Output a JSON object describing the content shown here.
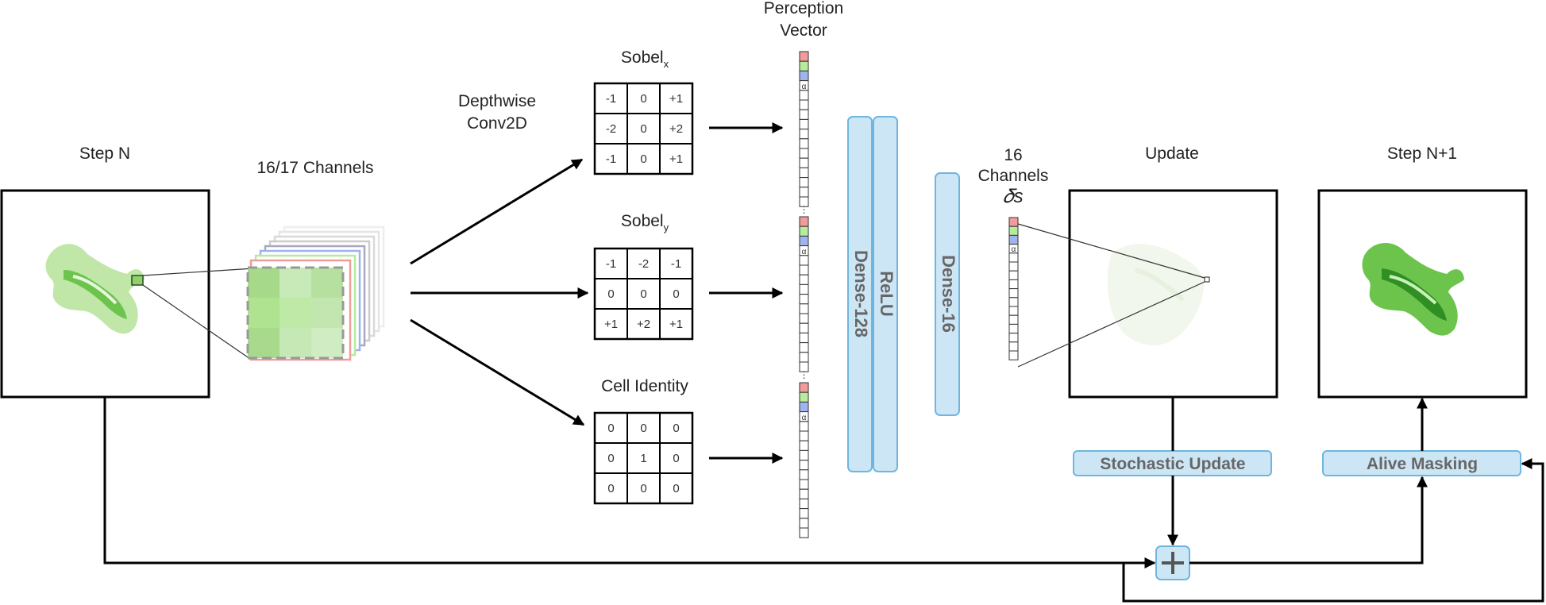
{
  "labels": {
    "step_n": "Step N",
    "channels_in": "16/17 Channels",
    "depthwise_1": "Depthwise",
    "depthwise_2": "Conv2D",
    "sobel": "Sobel",
    "sobel_x_sub": "x",
    "sobel_y_sub": "y",
    "cell_identity": "Cell Identity",
    "perception_1": "Perception",
    "perception_2": "Vector",
    "dense128": "Dense-128",
    "relu": "ReLU",
    "dense16": "Dense-16",
    "out_1": "16",
    "out_2": "Channels",
    "out_3": "𝛿s",
    "update": "Update",
    "step_n1": "Step N+1",
    "stochastic_update": "Stochastic Update",
    "alive_masking": "Alive Masking",
    "alpha": "α",
    "ellipsis": "⋮"
  },
  "kernels": {
    "sobel_x": [
      "-1",
      "0",
      "+1",
      "-2",
      "0",
      "+2",
      "-1",
      "0",
      "+1"
    ],
    "sobel_y": [
      "-1",
      "-2",
      "-1",
      "0",
      "0",
      "0",
      "+1",
      "+2",
      "+1"
    ],
    "identity": [
      "0",
      "0",
      "0",
      "0",
      "1",
      "0",
      "0",
      "0",
      "0"
    ]
  },
  "colors": {
    "box_fill": "#cde6f5",
    "box_stroke": "#6eb6df",
    "channel_red": "#f29b9b",
    "channel_green": "#b6ec9b",
    "channel_blue": "#9fb3ec",
    "lizard_dark": "#2f8f22",
    "lizard_mid": "#6cc44d",
    "lizard_light": "#b9e39e",
    "stroke": "#000000"
  }
}
